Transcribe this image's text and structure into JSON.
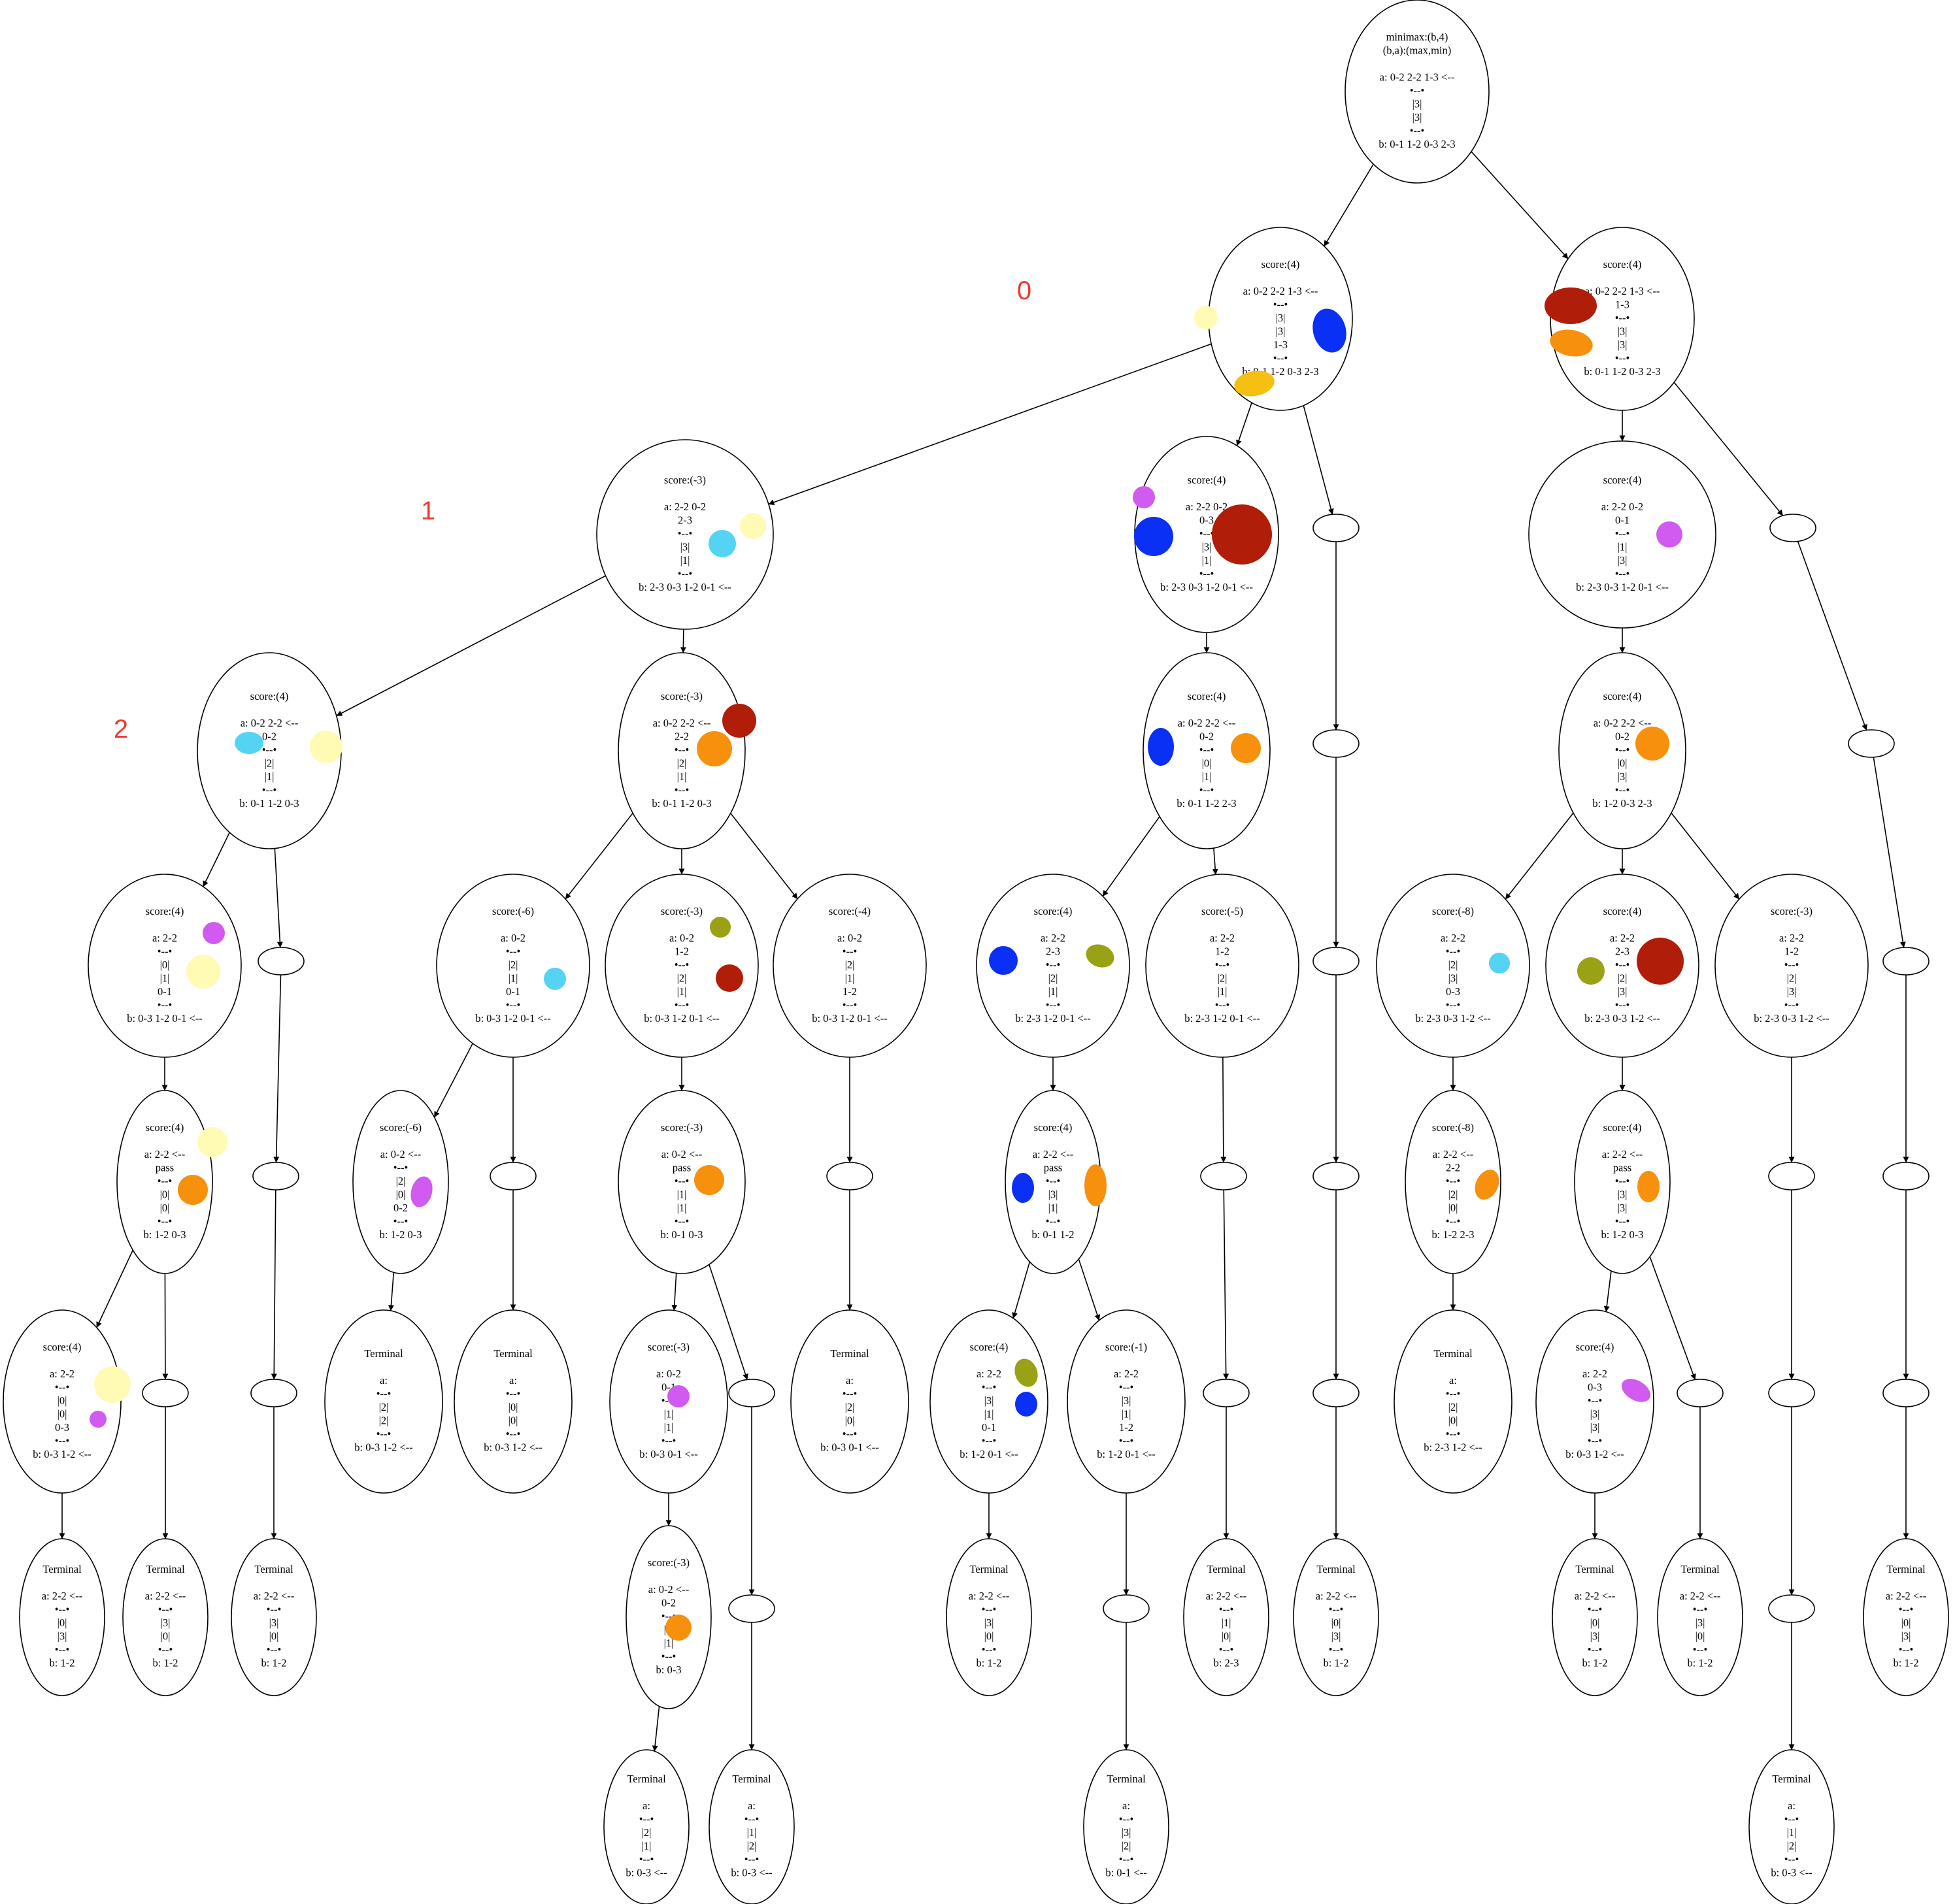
{
  "depth_labels": [
    "0",
    "1",
    "2"
  ],
  "nodes": {
    "n0": {
      "lines": [
        "minimax:(b,4)",
        "(b,a):(max,min)",
        "",
        "a: 0-2  2-2  1-3  <--",
        "•--•",
        "|3|",
        "|3|",
        "•--•",
        "b: 0-1  1-2  0-3  2-3"
      ]
    },
    "n1": {
      "lines": [
        "score:(4)",
        "",
        "a: 0-2  2-2  1-3  <--",
        "•--•",
        "|3|",
        "|3|",
        "1-3",
        "•--•",
        "b: 0-1  1-2  0-3  2-3"
      ]
    },
    "n2": {
      "lines": [
        "score:(4)",
        "",
        "a: 0-2  2-2  1-3  <--",
        "1-3",
        "•--•",
        "|3|",
        "|3|",
        "•--•",
        "b: 0-1  1-2  0-3  2-3"
      ]
    },
    "n3": {
      "lines": [
        "score:(-3)",
        "",
        "a: 2-2  0-2",
        "2-3",
        "•--•",
        "|3|",
        "|1|",
        "•--•",
        "b: 2-3  0-3  1-2  0-1  <--"
      ]
    },
    "n4": {
      "lines": [
        "score:(4)",
        "",
        "a: 2-2  0-2",
        "0-3",
        "•--•",
        "|3|",
        "|1|",
        "•--•",
        "b: 2-3  0-3  1-2  0-1  <--"
      ]
    },
    "n5": {
      "lines": []
    },
    "n6": {
      "lines": [
        "score:(4)",
        "",
        "a: 2-2  0-2",
        "0-1",
        "•--•",
        "|1|",
        "|3|",
        "•--•",
        "b: 2-3  0-3  1-2  0-1  <--"
      ]
    },
    "n7": {
      "lines": []
    },
    "n8": {
      "lines": [
        "score:(4)",
        "",
        "a: 0-2  2-2  <--",
        "0-2",
        "•--•",
        "|2|",
        "|1|",
        "•--•",
        "b: 0-1  1-2  0-3"
      ]
    },
    "n9": {
      "lines": [
        "score:(-3)",
        "",
        "a: 0-2  2-2  <--",
        "2-2",
        "•--•",
        "|2|",
        "|1|",
        "•--•",
        "b: 0-1  1-2  0-3"
      ]
    },
    "n10": {
      "lines": [
        "score:(4)",
        "",
        "a: 0-2  2-2  <--",
        "0-2",
        "•--•",
        "|0|",
        "|1|",
        "•--•",
        "b: 0-1  1-2  2-3"
      ]
    },
    "n11": {
      "lines": []
    },
    "n12": {
      "lines": [
        "score:(4)",
        "",
        "a: 0-2  2-2  <--",
        "0-2",
        "•--•",
        "|0|",
        "|3|",
        "•--•",
        "b: 1-2  0-3  2-3"
      ]
    },
    "n13": {
      "lines": []
    },
    "n14": {
      "lines": [
        "score:(4)",
        "",
        "a: 2-2",
        "•--•",
        "|0|",
        "|1|",
        "0-1",
        "•--•",
        "b: 0-3  1-2  0-1  <--"
      ]
    },
    "n15": {
      "lines": []
    },
    "n16": {
      "lines": [
        "score:(-6)",
        "",
        "a: 0-2",
        "•--•",
        "|2|",
        "|1|",
        "0-1",
        "•--•",
        "b: 0-3  1-2  0-1  <--"
      ]
    },
    "n17": {
      "lines": [
        "score:(-3)",
        "",
        "a: 0-2",
        "1-2",
        "•--•",
        "|2|",
        "|1|",
        "•--•",
        "b: 0-3  1-2  0-1  <--"
      ]
    },
    "n18": {
      "lines": [
        "score:(-4)",
        "",
        "a: 0-2",
        "•--•",
        "|2|",
        "|1|",
        "1-2",
        "•--•",
        "b: 0-3  1-2  0-1  <--"
      ]
    },
    "n19": {
      "lines": [
        "score:(4)",
        "",
        "a: 2-2",
        "2-3",
        "•--•",
        "|2|",
        "|1|",
        "•--•",
        "b: 2-3  1-2  0-1  <--"
      ]
    },
    "n20": {
      "lines": [
        "score:(-5)",
        "",
        "a: 2-2",
        "1-2",
        "•--•",
        "|2|",
        "|1|",
        "•--•",
        "b: 2-3  1-2  0-1  <--"
      ]
    },
    "n21": {
      "lines": []
    },
    "n22": {
      "lines": [
        "score:(-8)",
        "",
        "a: 2-2",
        "•--•",
        "|2|",
        "|3|",
        "0-3",
        "•--•",
        "b: 2-3  0-3  1-2  <--"
      ]
    },
    "n23": {
      "lines": [
        "score:(4)",
        "",
        "a: 2-2",
        "2-3",
        "•--•",
        "|2|",
        "|3|",
        "•--•",
        "b: 2-3  0-3  1-2  <--"
      ]
    },
    "n24": {
      "lines": [
        "score:(-3)",
        "",
        "a: 2-2",
        "1-2",
        "•--•",
        "|2|",
        "|3|",
        "•--•",
        "b: 2-3  0-3  1-2  <--"
      ]
    },
    "n25": {
      "lines": []
    },
    "n26": {
      "lines": [
        "score:(4)",
        "",
        "a: 2-2  <--",
        "pass",
        "•--•",
        "|0|",
        "|0|",
        "•--•",
        "b: 1-2  0-3"
      ]
    },
    "n27": {
      "lines": []
    },
    "n28": {
      "lines": [
        "score:(-6)",
        "",
        "a: 0-2  <--",
        "•--•",
        "|2|",
        "|0|",
        "0-2",
        "•--•",
        "b: 1-2  0-3"
      ]
    },
    "n29": {
      "lines": []
    },
    "n30": {
      "lines": [
        "score:(-3)",
        "",
        "a: 0-2  <--",
        "pass",
        "•--•",
        "|1|",
        "|1|",
        "•--•",
        "b: 0-1  0-3"
      ]
    },
    "n31": {
      "lines": []
    },
    "n32": {
      "lines": [
        "score:(4)",
        "",
        "a: 2-2  <--",
        "pass",
        "•--•",
        "|3|",
        "|1|",
        "•--•",
        "b: 0-1  1-2"
      ]
    },
    "n33": {
      "lines": []
    },
    "n34": {
      "lines": []
    },
    "n35": {
      "lines": [
        "score:(-8)",
        "",
        "a: 2-2  <--",
        "2-2",
        "•--•",
        "|2|",
        "|0|",
        "•--•",
        "b: 1-2  2-3"
      ]
    },
    "n36": {
      "lines": [
        "score:(4)",
        "",
        "a: 2-2  <--",
        "pass",
        "•--•",
        "|3|",
        "|3|",
        "•--•",
        "b: 1-2  0-3"
      ]
    },
    "n37": {
      "lines": []
    },
    "n38": {
      "lines": []
    },
    "n39": {
      "lines": [
        "score:(4)",
        "",
        "a: 2-2",
        "•--•",
        "|0|",
        "|0|",
        "0-3",
        "•--•",
        "b: 0-3  1-2  <--"
      ]
    },
    "n40": {
      "lines": []
    },
    "n41": {
      "lines": []
    },
    "n42": {
      "lines": [
        "Terminal",
        "",
        "a:",
        "•--•",
        "|2|",
        "|2|",
        "•--•",
        "b: 0-3  1-2  <--"
      ]
    },
    "n43": {
      "lines": [
        "Terminal",
        "",
        "a:",
        "•--•",
        "|0|",
        "|0|",
        "•--•",
        "b: 0-3  1-2  <--"
      ]
    },
    "n44": {
      "lines": [
        "score:(-3)",
        "",
        "a: 0-2",
        "0-1",
        "•--•",
        "|1|",
        "|1|",
        "•--•",
        "b: 0-3  0-1  <--"
      ]
    },
    "n45": {
      "lines": []
    },
    "n46": {
      "lines": [
        "Terminal",
        "",
        "a:",
        "•--•",
        "|2|",
        "|0|",
        "•--•",
        "b: 0-3  0-1  <--"
      ]
    },
    "n47": {
      "lines": [
        "score:(4)",
        "",
        "a: 2-2",
        "•--•",
        "|3|",
        "|1|",
        "0-1",
        "•--•",
        "b: 1-2  0-1  <--"
      ]
    },
    "n48": {
      "lines": [
        "score:(-1)",
        "",
        "a: 2-2",
        "•--•",
        "|3|",
        "|1|",
        "1-2",
        "•--•",
        "b: 1-2  0-1  <--"
      ]
    },
    "n49": {
      "lines": []
    },
    "n50": {
      "lines": []
    },
    "n51": {
      "lines": [
        "Terminal",
        "",
        "a:",
        "•--•",
        "|2|",
        "|0|",
        "•--•",
        "b: 2-3  1-2  <--"
      ]
    },
    "n52": {
      "lines": [
        "score:(4)",
        "",
        "a: 2-2",
        "0-3",
        "•--•",
        "|3|",
        "|3|",
        "•--•",
        "b: 0-3  1-2  <--"
      ]
    },
    "n53": {
      "lines": []
    },
    "n54": {
      "lines": []
    },
    "n55": {
      "lines": []
    },
    "n56": {
      "lines": [
        "Terminal",
        "",
        "a: 2-2  <--",
        "•--•",
        "|0|",
        "|3|",
        "•--•",
        "b: 1-2"
      ]
    },
    "n57": {
      "lines": [
        "Terminal",
        "",
        "a: 2-2  <--",
        "•--•",
        "|3|",
        "|0|",
        "•--•",
        "b: 1-2"
      ]
    },
    "n58": {
      "lines": [
        "Terminal",
        "",
        "a: 2-2  <--",
        "•--•",
        "|3|",
        "|0|",
        "•--•",
        "b: 1-2"
      ]
    },
    "n59": {
      "lines": [
        "score:(-3)",
        "",
        "a: 0-2  <--",
        "0-2",
        "•--•",
        "|0|",
        "|1|",
        "•--•",
        "b: 0-3"
      ]
    },
    "n60": {
      "lines": []
    },
    "n61": {
      "lines": [
        "Terminal",
        "",
        "a: 2-2  <--",
        "•--•",
        "|3|",
        "|0|",
        "•--•",
        "b: 1-2"
      ]
    },
    "n62": {
      "lines": []
    },
    "n63": {
      "lines": [
        "Terminal",
        "",
        "a: 2-2  <--",
        "•--•",
        "|1|",
        "|0|",
        "•--•",
        "b: 2-3"
      ]
    },
    "n64": {
      "lines": [
        "Terminal",
        "",
        "a: 2-2  <--",
        "•--•",
        "|0|",
        "|3|",
        "•--•",
        "b: 1-2"
      ]
    },
    "n65": {
      "lines": [
        "Terminal",
        "",
        "a: 2-2  <--",
        "•--•",
        "|0|",
        "|3|",
        "•--•",
        "b: 1-2"
      ]
    },
    "n66": {
      "lines": [
        "Terminal",
        "",
        "a: 2-2  <--",
        "•--•",
        "|3|",
        "|0|",
        "•--•",
        "b: 1-2"
      ]
    },
    "n67": {
      "lines": []
    },
    "n68": {
      "lines": [
        "Terminal",
        "",
        "a: 2-2  <--",
        "•--•",
        "|0|",
        "|3|",
        "•--•",
        "b: 1-2"
      ]
    },
    "n69": {
      "lines": [
        "Terminal",
        "",
        "a:",
        "•--•",
        "|2|",
        "|1|",
        "•--•",
        "b: 0-3  <--"
      ]
    },
    "n70": {
      "lines": [
        "Terminal",
        "",
        "a:",
        "•--•",
        "|1|",
        "|2|",
        "•--•",
        "b: 0-3  <--"
      ]
    },
    "n71": {
      "lines": [
        "Terminal",
        "",
        "a:",
        "•--•",
        "|3|",
        "|2|",
        "•--•",
        "b: 0-1  <--"
      ]
    },
    "n72": {
      "lines": [
        "Terminal",
        "",
        "a:",
        "•--•",
        "|1|",
        "|2|",
        "•--•",
        "b: 0-3  <--"
      ]
    }
  },
  "edges": [
    [
      "n0",
      "n1"
    ],
    [
      "n0",
      "n2"
    ],
    [
      "n1",
      "n3"
    ],
    [
      "n1",
      "n4"
    ],
    [
      "n1",
      "n5"
    ],
    [
      "n2",
      "n6"
    ],
    [
      "n2",
      "n7"
    ],
    [
      "n3",
      "n8"
    ],
    [
      "n3",
      "n9"
    ],
    [
      "n4",
      "n10"
    ],
    [
      "n5",
      "n11"
    ],
    [
      "n6",
      "n12"
    ],
    [
      "n7",
      "n13"
    ],
    [
      "n8",
      "n14"
    ],
    [
      "n8",
      "n15"
    ],
    [
      "n9",
      "n16"
    ],
    [
      "n9",
      "n17"
    ],
    [
      "n9",
      "n18"
    ],
    [
      "n10",
      "n19"
    ],
    [
      "n10",
      "n20"
    ],
    [
      "n11",
      "n21"
    ],
    [
      "n12",
      "n22"
    ],
    [
      "n12",
      "n23"
    ],
    [
      "n12",
      "n24"
    ],
    [
      "n13",
      "n25"
    ],
    [
      "n14",
      "n26"
    ],
    [
      "n15",
      "n27"
    ],
    [
      "n16",
      "n28"
    ],
    [
      "n16",
      "n29"
    ],
    [
      "n17",
      "n30"
    ],
    [
      "n18",
      "n31"
    ],
    [
      "n19",
      "n32"
    ],
    [
      "n20",
      "n33"
    ],
    [
      "n21",
      "n34"
    ],
    [
      "n22",
      "n35"
    ],
    [
      "n23",
      "n36"
    ],
    [
      "n24",
      "n37"
    ],
    [
      "n25",
      "n38"
    ],
    [
      "n26",
      "n39"
    ],
    [
      "n26",
      "n40"
    ],
    [
      "n27",
      "n41"
    ],
    [
      "n28",
      "n42"
    ],
    [
      "n29",
      "n43"
    ],
    [
      "n30",
      "n44"
    ],
    [
      "n30",
      "n45"
    ],
    [
      "n31",
      "n46"
    ],
    [
      "n32",
      "n47"
    ],
    [
      "n32",
      "n48"
    ],
    [
      "n33",
      "n49"
    ],
    [
      "n34",
      "n50"
    ],
    [
      "n35",
      "n51"
    ],
    [
      "n36",
      "n52"
    ],
    [
      "n36",
      "n53"
    ],
    [
      "n37",
      "n54"
    ],
    [
      "n38",
      "n55"
    ],
    [
      "n39",
      "n56"
    ],
    [
      "n40",
      "n57"
    ],
    [
      "n41",
      "n58"
    ],
    [
      "n44",
      "n59"
    ],
    [
      "n45",
      "n60"
    ],
    [
      "n47",
      "n61"
    ],
    [
      "n48",
      "n62"
    ],
    [
      "n49",
      "n63"
    ],
    [
      "n50",
      "n64"
    ],
    [
      "n52",
      "n65"
    ],
    [
      "n53",
      "n66"
    ],
    [
      "n54",
      "n67"
    ],
    [
      "n55",
      "n68"
    ],
    [
      "n59",
      "n69"
    ],
    [
      "n60",
      "n70"
    ],
    [
      "n62",
      "n71"
    ],
    [
      "n67",
      "n72"
    ]
  ],
  "colors": {
    "yellow_pale": "#fffbb4",
    "blue": "#0a2ff5",
    "gold": "#f5c011",
    "dark_red": "#b01d08",
    "orange": "#f7910d",
    "cyan": "#54d3f3",
    "purple": "#d15af0",
    "olive": "#99a114"
  }
}
